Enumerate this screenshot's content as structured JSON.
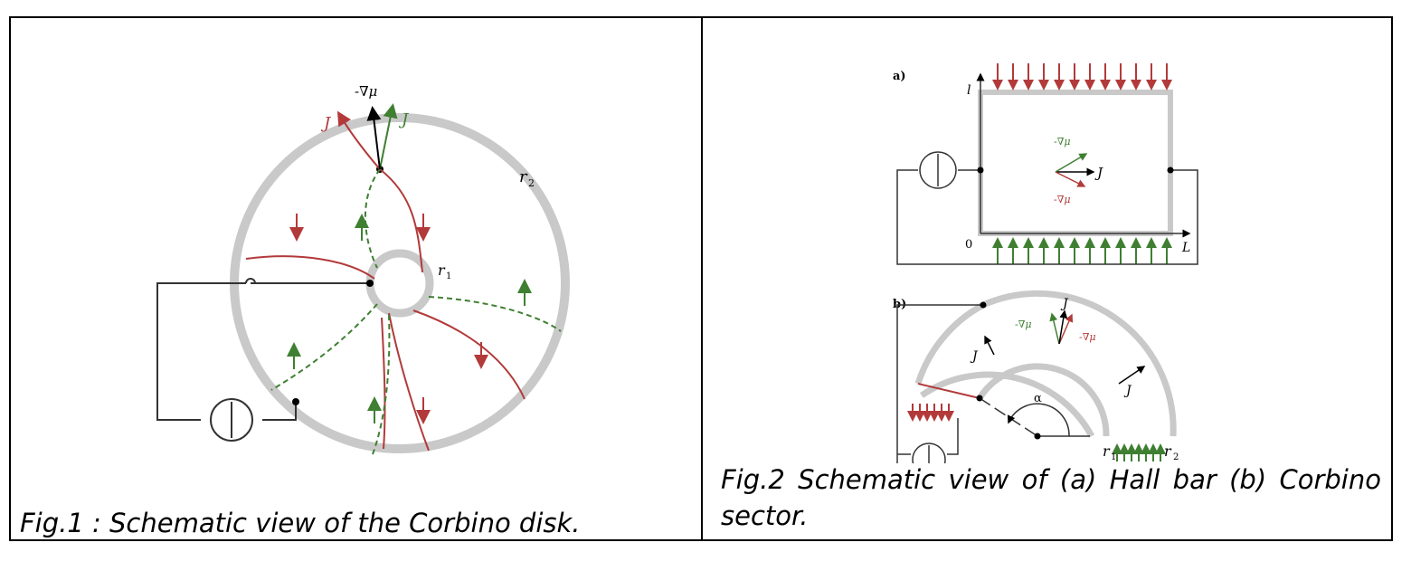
{
  "figures": [
    {
      "caption": "Fig.1 : Schematic view of the Corbino disk.",
      "labels": {
        "outer_radius": "r",
        "outer_radius_sub": "2",
        "inner_radius": "r",
        "inner_radius_sub": "1",
        "j_down": "J",
        "j_up": "J",
        "grad_mu": "-∇μ"
      }
    },
    {
      "caption": "Fig.2 Schematic view of (a) Hall bar (b) Corbino sector.",
      "panel_a": {
        "tag": "a)",
        "l_label": "l",
        "zero_label": "0",
        "L_label": "L",
        "grad_up": "-∇μ",
        "grad_down": "-∇μ",
        "j_label": "J"
      },
      "panel_b": {
        "tag": "b)",
        "alpha": "α",
        "r1": "r",
        "r1_sub": "1",
        "r2": "r",
        "r2_sub": "2",
        "j_label": "J",
        "grad_up": "-∇μ",
        "grad_down": "-∇μ"
      }
    }
  ],
  "colors": {
    "red": "#b23a3a",
    "green": "#3f7f32",
    "ring": "#c9c9c9"
  }
}
